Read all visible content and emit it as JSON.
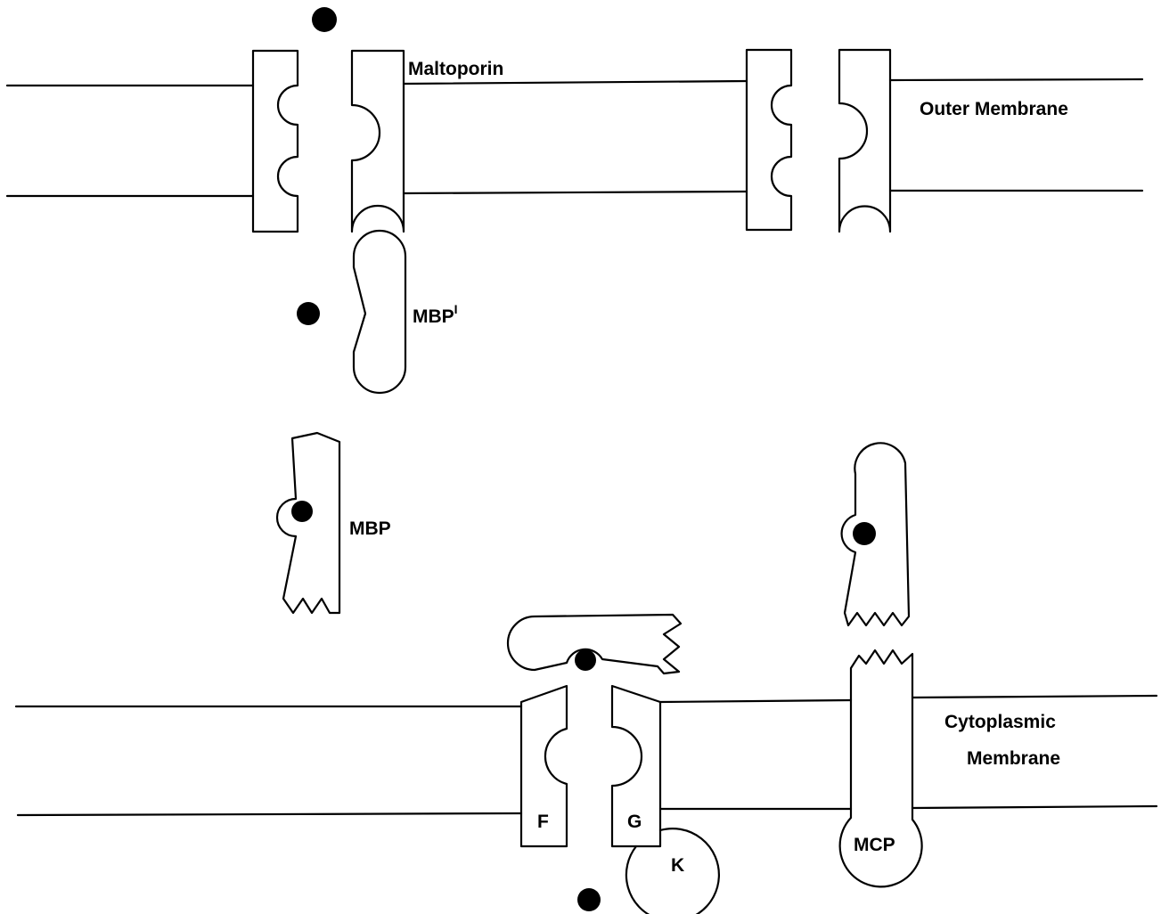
{
  "labels": {
    "maltoporin": "Maltoporin",
    "outer_membrane": "Outer Membrane",
    "mbp_prime_base": "MBP",
    "mbp_prime_mark": "I",
    "mbp": "MBP",
    "cytoplasmic_1": "Cytoplasmic",
    "cytoplasmic_2": "Membrane",
    "f": "F",
    "g": "G",
    "k": "K",
    "mcp": "MCP"
  },
  "colors": {
    "line": "#000000",
    "background": "#ffffff"
  }
}
